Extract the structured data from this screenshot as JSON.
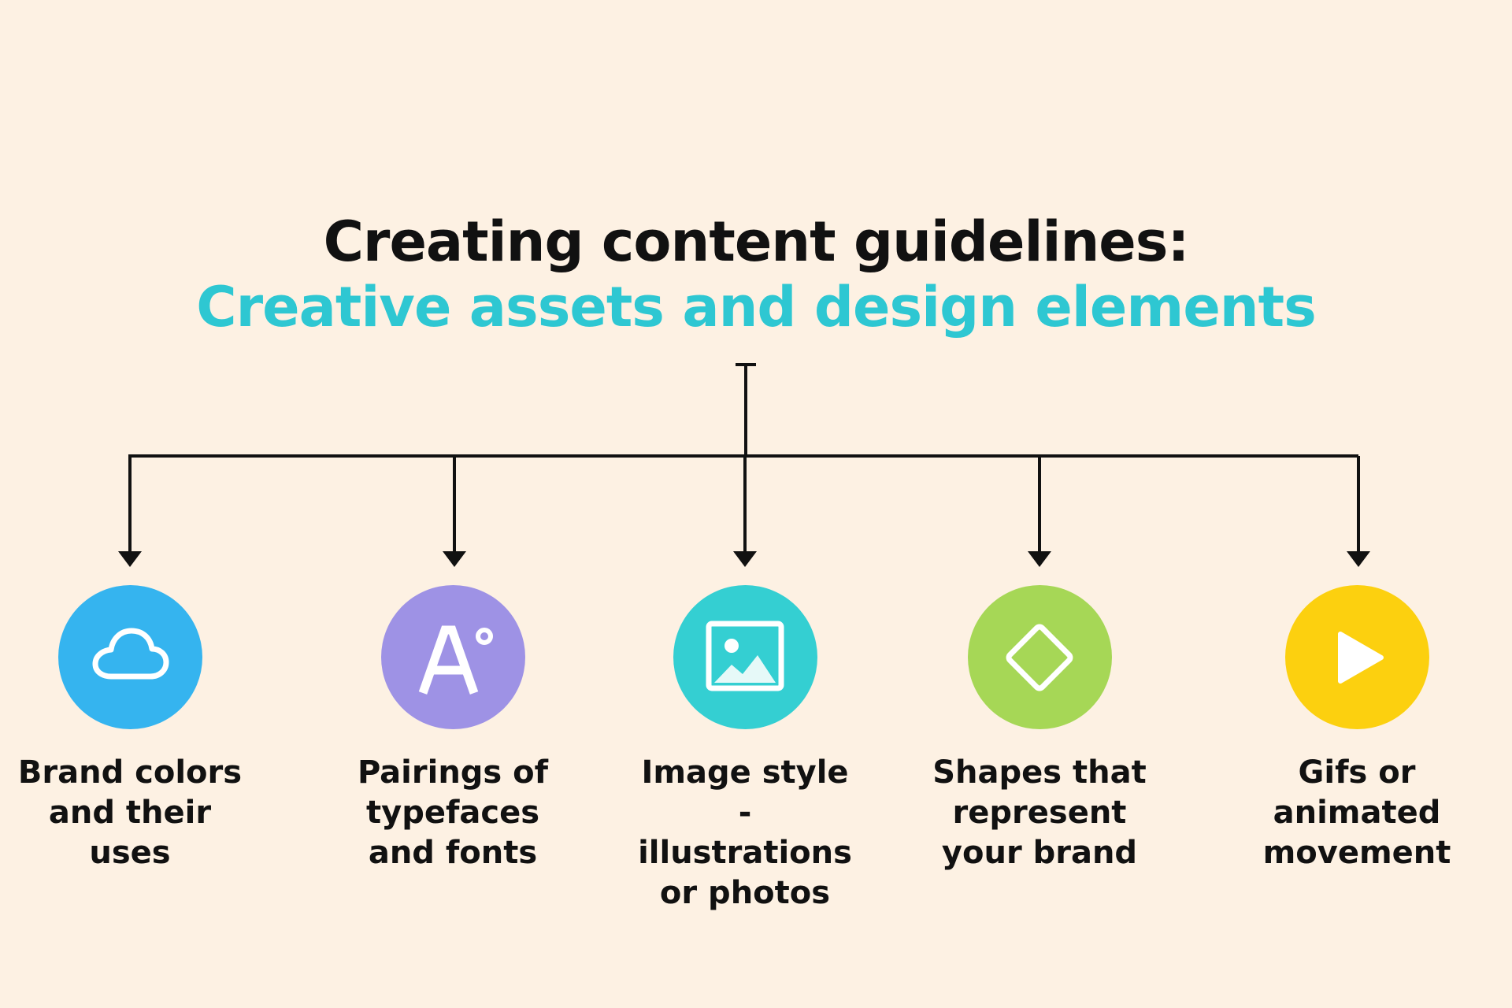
{
  "title": {
    "main": "Creating content guidelines:",
    "sub": "Creative assets and design elements",
    "sub_color": "#2ec7d2"
  },
  "line_color": "#111111",
  "items": [
    {
      "label": "Brand colors\nand their\nuses",
      "icon": "cloud-icon",
      "color": "#35b4ef"
    },
    {
      "label": "Pairings of\ntypefaces\nand fonts",
      "icon": "letter-a-icon",
      "color": "#9e92e5"
    },
    {
      "label": "Image style -\nillustrations\nor photos",
      "icon": "image-icon",
      "color": "#34cfd2"
    },
    {
      "label": "Shapes that\nrepresent\nyour brand",
      "icon": "diamond-icon",
      "color": "#a6d756"
    },
    {
      "label": "Gifs or\nanimated\nmovement",
      "icon": "play-icon",
      "color": "#fcd00f"
    }
  ]
}
